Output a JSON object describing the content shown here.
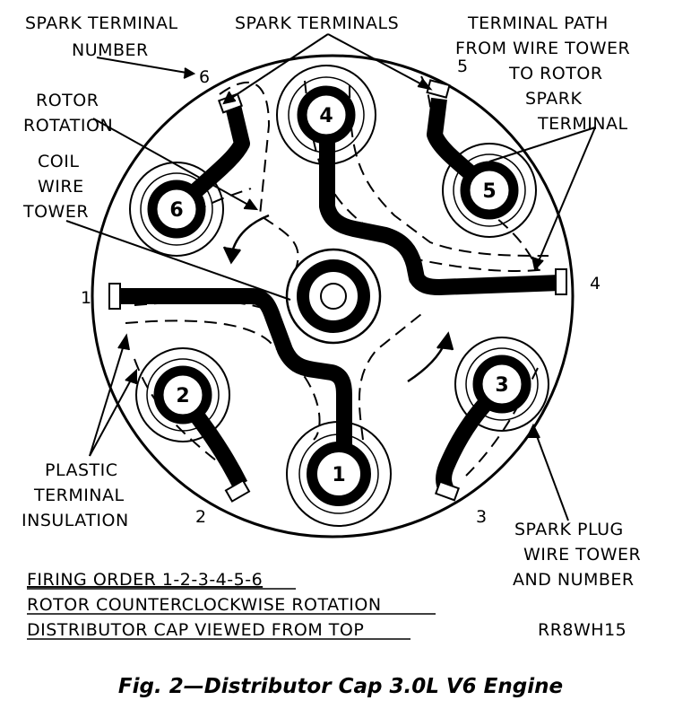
{
  "labels": {
    "spark_terminal_number": [
      "SPARK TERMINAL",
      "NUMBER"
    ],
    "spark_terminals": "SPARK TERMINALS",
    "terminal_path": [
      "TERMINAL PATH",
      "FROM WIRE TOWER",
      "TO ROTOR",
      "SPARK",
      "TERMINAL"
    ],
    "rotor_rotation": [
      "ROTOR",
      "ROTATION"
    ],
    "coil_wire_tower": [
      "COIL",
      "WIRE",
      "TOWER"
    ],
    "plastic_terminal_insulation": [
      "PLASTIC",
      "TERMINAL",
      "INSULATION"
    ],
    "spark_plug_wire_tower": [
      "SPARK PLUG",
      "WIRE TOWER",
      "AND NUMBER"
    ]
  },
  "spark_terminal_numbers": [
    "1",
    "2",
    "3",
    "4",
    "5",
    "6"
  ],
  "tower_numbers": [
    "1",
    "2",
    "3",
    "4",
    "5",
    "6"
  ],
  "notes": [
    "FIRING ORDER 1-2-3-4-5-6",
    "ROTOR COUNTERCLOCKWISE ROTATION",
    "DISTRIBUTOR CAP VIEWED FROM TOP"
  ],
  "code": "RR8WH15",
  "caption": "Fig. 2—Distributor Cap 3.0L V6 Engine"
}
